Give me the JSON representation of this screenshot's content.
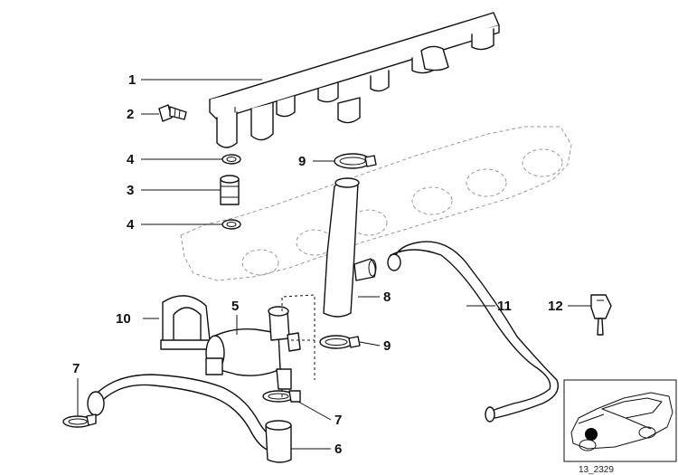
{
  "diagram": {
    "callouts": [
      "1",
      "2",
      "4",
      "3",
      "4",
      "9",
      "10",
      "5",
      "8",
      "11",
      "12",
      "9",
      "7",
      "7",
      "6"
    ],
    "reference_code": "13_2329"
  },
  "colors": {
    "line": "#111111",
    "ghost_outline": "#9a9a9a",
    "background": "#ffffff",
    "marker_dot": "#000000"
  },
  "icons": {
    "car_inset": "car-location-icon"
  }
}
